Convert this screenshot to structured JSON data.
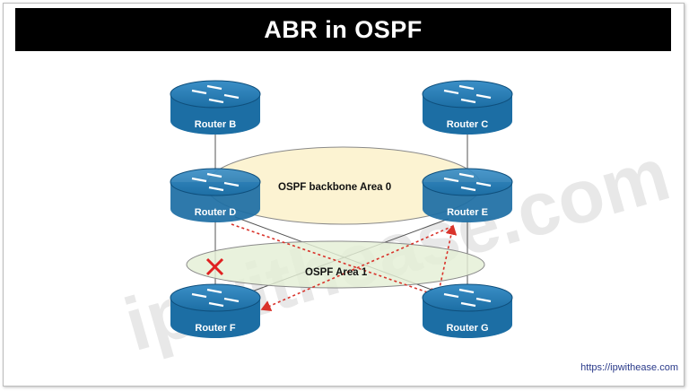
{
  "title": "ABR in OSPF",
  "watermark": "ipwithease.com",
  "url": "https://ipwithease.com",
  "areas": {
    "backbone": "OSPF backbone  Area 0",
    "area1": "OSPF Area 1"
  },
  "routers": {
    "b": "Router B",
    "c": "Router C",
    "d": "Router D",
    "e": "Router E",
    "f": "Router F",
    "g": "Router G"
  },
  "colors": {
    "router_fill": "#1c6ea4",
    "router_dark": "#0f4f7c",
    "backbone_fill": "#fbf0c8",
    "area1_fill": "#e4efd6",
    "dotted_link": "#d9332b",
    "x_mark": "#e02020"
  }
}
